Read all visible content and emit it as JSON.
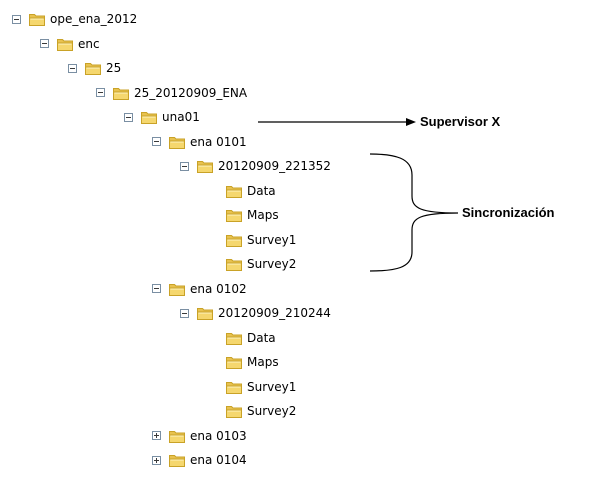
{
  "tree": [
    {
      "label": "ope_ena_2012",
      "depth": 0,
      "toggle": "expanded"
    },
    {
      "label": "enc",
      "depth": 1,
      "toggle": "expanded"
    },
    {
      "label": "25",
      "depth": 2,
      "toggle": "expanded"
    },
    {
      "label": "25_20120909_ENA",
      "depth": 3,
      "toggle": "expanded"
    },
    {
      "label": "una01",
      "depth": 4,
      "toggle": "expanded"
    },
    {
      "label": "ena 0101",
      "depth": 5,
      "toggle": "expanded"
    },
    {
      "label": "20120909_221352",
      "depth": 6,
      "toggle": "expanded"
    },
    {
      "label": "Data",
      "depth": 7,
      "toggle": "none"
    },
    {
      "label": "Maps",
      "depth": 7,
      "toggle": "none"
    },
    {
      "label": "Survey1",
      "depth": 7,
      "toggle": "none"
    },
    {
      "label": "Survey2",
      "depth": 7,
      "toggle": "none"
    },
    {
      "label": "ena 0102",
      "depth": 5,
      "toggle": "expanded"
    },
    {
      "label": "20120909_210244",
      "depth": 6,
      "toggle": "expanded"
    },
    {
      "label": "Data",
      "depth": 7,
      "toggle": "none"
    },
    {
      "label": "Maps",
      "depth": 7,
      "toggle": "none"
    },
    {
      "label": "Survey1",
      "depth": 7,
      "toggle": "none"
    },
    {
      "label": "Survey2",
      "depth": 7,
      "toggle": "none"
    },
    {
      "label": "ena 0103",
      "depth": 5,
      "toggle": "collapsed"
    },
    {
      "label": "ena 0104",
      "depth": 5,
      "toggle": "collapsed"
    }
  ],
  "annotations": {
    "supervisor": "Supervisor X",
    "sincronizacion": "Sincronización"
  },
  "colors": {
    "folder_fill": "#f5d76e",
    "folder_stroke": "#c9a227",
    "toggle_border": "#7a8fa3"
  },
  "icons": {
    "folder": "folder-icon",
    "expanded_toggle": "minus-box-icon",
    "collapsed_toggle": "plus-box-icon"
  }
}
